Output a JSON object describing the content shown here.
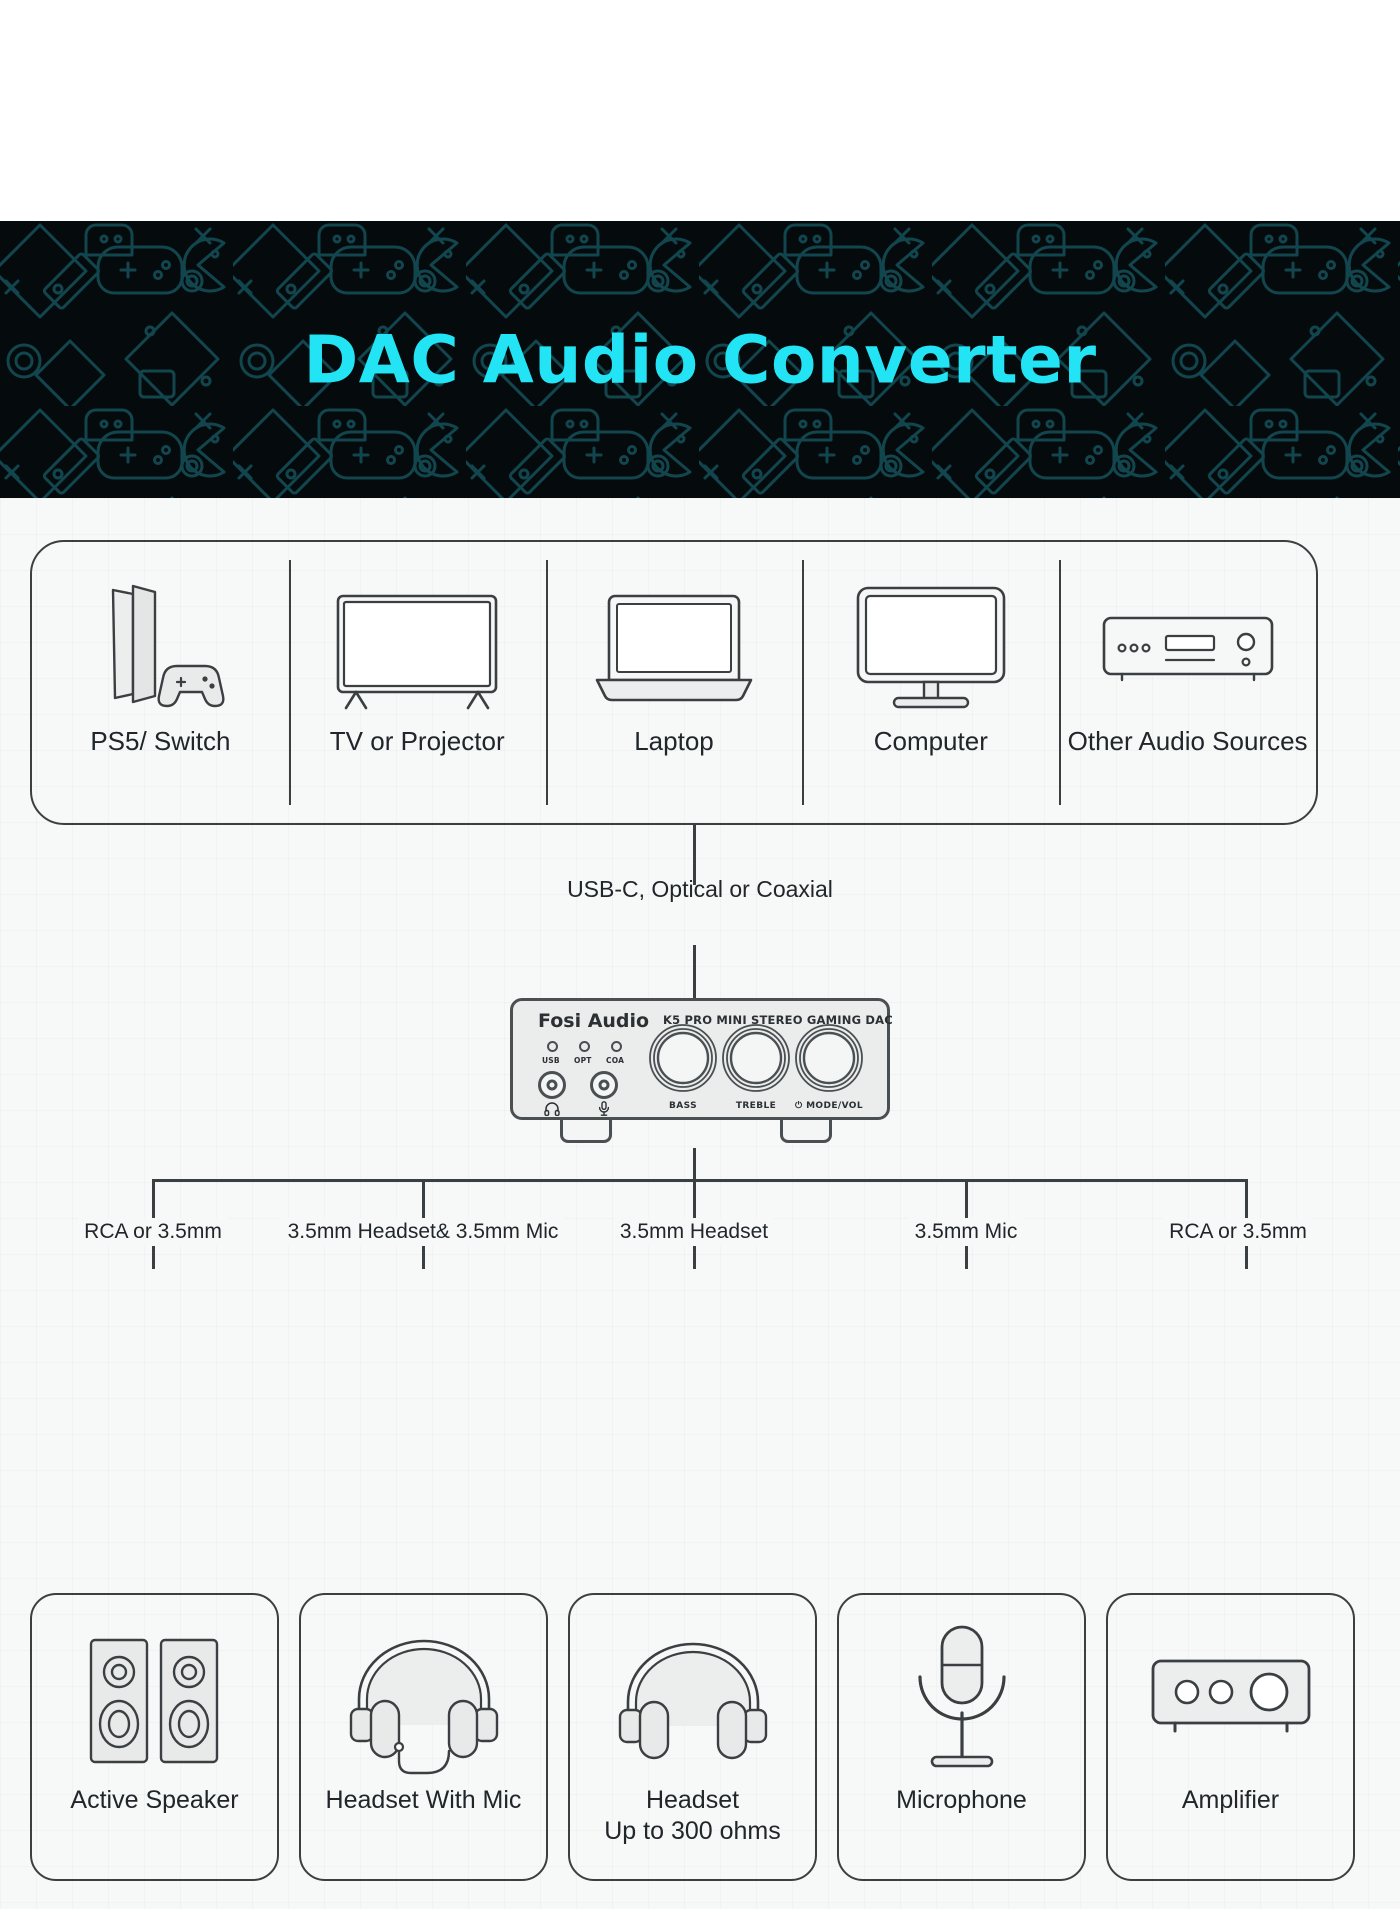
{
  "hero": {
    "title": "DAC Audio Converter",
    "accent_color": "#22e4f5",
    "background_color": "#050a0c",
    "pattern_color": "#12474f"
  },
  "sources": {
    "items": [
      {
        "label": "PS5/ Switch",
        "icon": "console-icon"
      },
      {
        "label": "TV or Projector",
        "icon": "tv-icon"
      },
      {
        "label": "Laptop",
        "icon": "laptop-icon"
      },
      {
        "label": "Computer",
        "icon": "monitor-icon"
      },
      {
        "label": "Other Audio Sources",
        "icon": "av-receiver-icon"
      }
    ]
  },
  "input_connection": {
    "label": "USB-C, Optical or Coaxial"
  },
  "device": {
    "brand": "Fosi Audio",
    "model": "K5 PRO MINI STEREO GAMING DAC",
    "leds": [
      {
        "label": "USB"
      },
      {
        "label": "OPT"
      },
      {
        "label": "COA"
      }
    ],
    "jacks": [
      {
        "label": "headphone-jack",
        "glyph": "N"
      },
      {
        "label": "mic-jack",
        "glyph": "U"
      }
    ],
    "knobs": [
      {
        "label": "BASS"
      },
      {
        "label": "TREBLE"
      },
      {
        "label": "⏻ MODE/VOL"
      }
    ]
  },
  "output_connections": [
    {
      "label": "RCA or 3.5mm"
    },
    {
      "label": "3.5mm Headset& 3.5mm Mic"
    },
    {
      "label": "3.5mm Headset"
    },
    {
      "label": "3.5mm Mic"
    },
    {
      "label": "RCA or 3.5mm"
    }
  ],
  "outputs": {
    "items": [
      {
        "label": "Active Speaker",
        "icon": "speaker-pair-icon"
      },
      {
        "label": "Headset With Mic",
        "icon": "headset-mic-icon"
      },
      {
        "label": "Headset\nUp to 300 ohms",
        "icon": "headset-icon"
      },
      {
        "label": "Microphone",
        "icon": "microphone-icon"
      },
      {
        "label": "Amplifier",
        "icon": "amplifier-icon"
      }
    ]
  },
  "colors": {
    "stroke": "#3a3f41",
    "text": "#20262a",
    "panel_bg": "#f7f8f8",
    "device_bg": "#ebecec",
    "icon_fill": "#e8e9e9"
  }
}
